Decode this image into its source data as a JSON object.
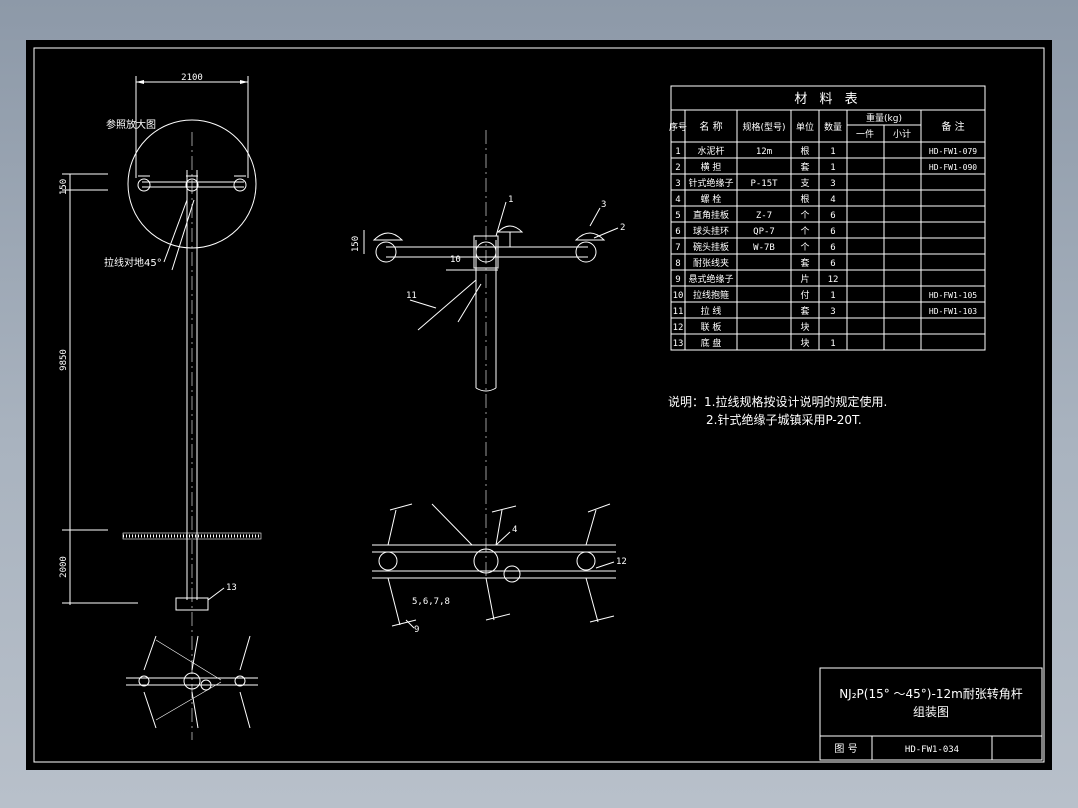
{
  "drawing": {
    "left_view": {
      "dim_width": "2100",
      "magnify_ref": "参照放大图",
      "dim_150": "150",
      "dim_9850": "9850",
      "dim_2000": "2000",
      "guy_note": "拉线对地45°",
      "callout_13": "13"
    },
    "middle_view": {
      "dim_150": "150",
      "callouts": {
        "c1": "1",
        "c2": "2",
        "c3": "3",
        "c10": "10",
        "c11": "11"
      }
    },
    "plan_view": {
      "callouts": {
        "c4": "4",
        "c12": "12",
        "c5678": "5,6,7,8",
        "c9": "9"
      }
    }
  },
  "materials_table": {
    "title": "材 料 表",
    "headers": {
      "seq": "序号",
      "name": "名 称",
      "spec": "规格(型号)",
      "unit": "单位",
      "qty": "数量",
      "weight": "重量(kg)",
      "weight_each": "一件",
      "weight_subtotal": "小计",
      "remark": "备 注"
    },
    "rows": [
      {
        "seq": "1",
        "name": "水泥杆",
        "spec": "12m",
        "unit": "根",
        "qty": "1",
        "remark": "HD-FW1-079"
      },
      {
        "seq": "2",
        "name": "横 担",
        "spec": "",
        "unit": "套",
        "qty": "1",
        "remark": "HD-FW1-090"
      },
      {
        "seq": "3",
        "name": "针式绝缘子",
        "spec": "P-15T",
        "unit": "支",
        "qty": "3",
        "remark": ""
      },
      {
        "seq": "4",
        "name": "螺 栓",
        "spec": "",
        "unit": "根",
        "qty": "4",
        "remark": ""
      },
      {
        "seq": "5",
        "name": "直角挂板",
        "spec": "Z-7",
        "unit": "个",
        "qty": "6",
        "remark": ""
      },
      {
        "seq": "6",
        "name": "球头挂环",
        "spec": "QP-7",
        "unit": "个",
        "qty": "6",
        "remark": ""
      },
      {
        "seq": "7",
        "name": "碗头挂板",
        "spec": "W-7B",
        "unit": "个",
        "qty": "6",
        "remark": ""
      },
      {
        "seq": "8",
        "name": "耐张线夹",
        "spec": "",
        "unit": "套",
        "qty": "6",
        "remark": ""
      },
      {
        "seq": "9",
        "name": "悬式绝缘子",
        "spec": "",
        "unit": "片",
        "qty": "12",
        "remark": ""
      },
      {
        "seq": "10",
        "name": "拉线抱箍",
        "spec": "",
        "unit": "付",
        "qty": "1",
        "remark": "HD-FW1-105"
      },
      {
        "seq": "11",
        "name": "拉 线",
        "spec": "",
        "unit": "套",
        "qty": "3",
        "remark": "HD-FW1-103"
      },
      {
        "seq": "12",
        "name": "联 板",
        "spec": "",
        "unit": "块",
        "qty": "",
        "remark": ""
      },
      {
        "seq": "13",
        "name": "底 盘",
        "spec": "",
        "unit": "块",
        "qty": "1",
        "remark": ""
      }
    ]
  },
  "notes": {
    "line1": "说明：1.拉线规格按设计说明的规定使用.",
    "line2": "2.针式绝缘子城镇采用P-20T."
  },
  "title_block": {
    "title_line1": "NJ₂P(15° ～45°)-12m耐张转角杆",
    "title_line2": "组装图",
    "drawing_no_label": "图 号",
    "drawing_no": "HD-FW1-034"
  },
  "colors": {
    "background": "#000000",
    "lines": "#ffffff"
  }
}
